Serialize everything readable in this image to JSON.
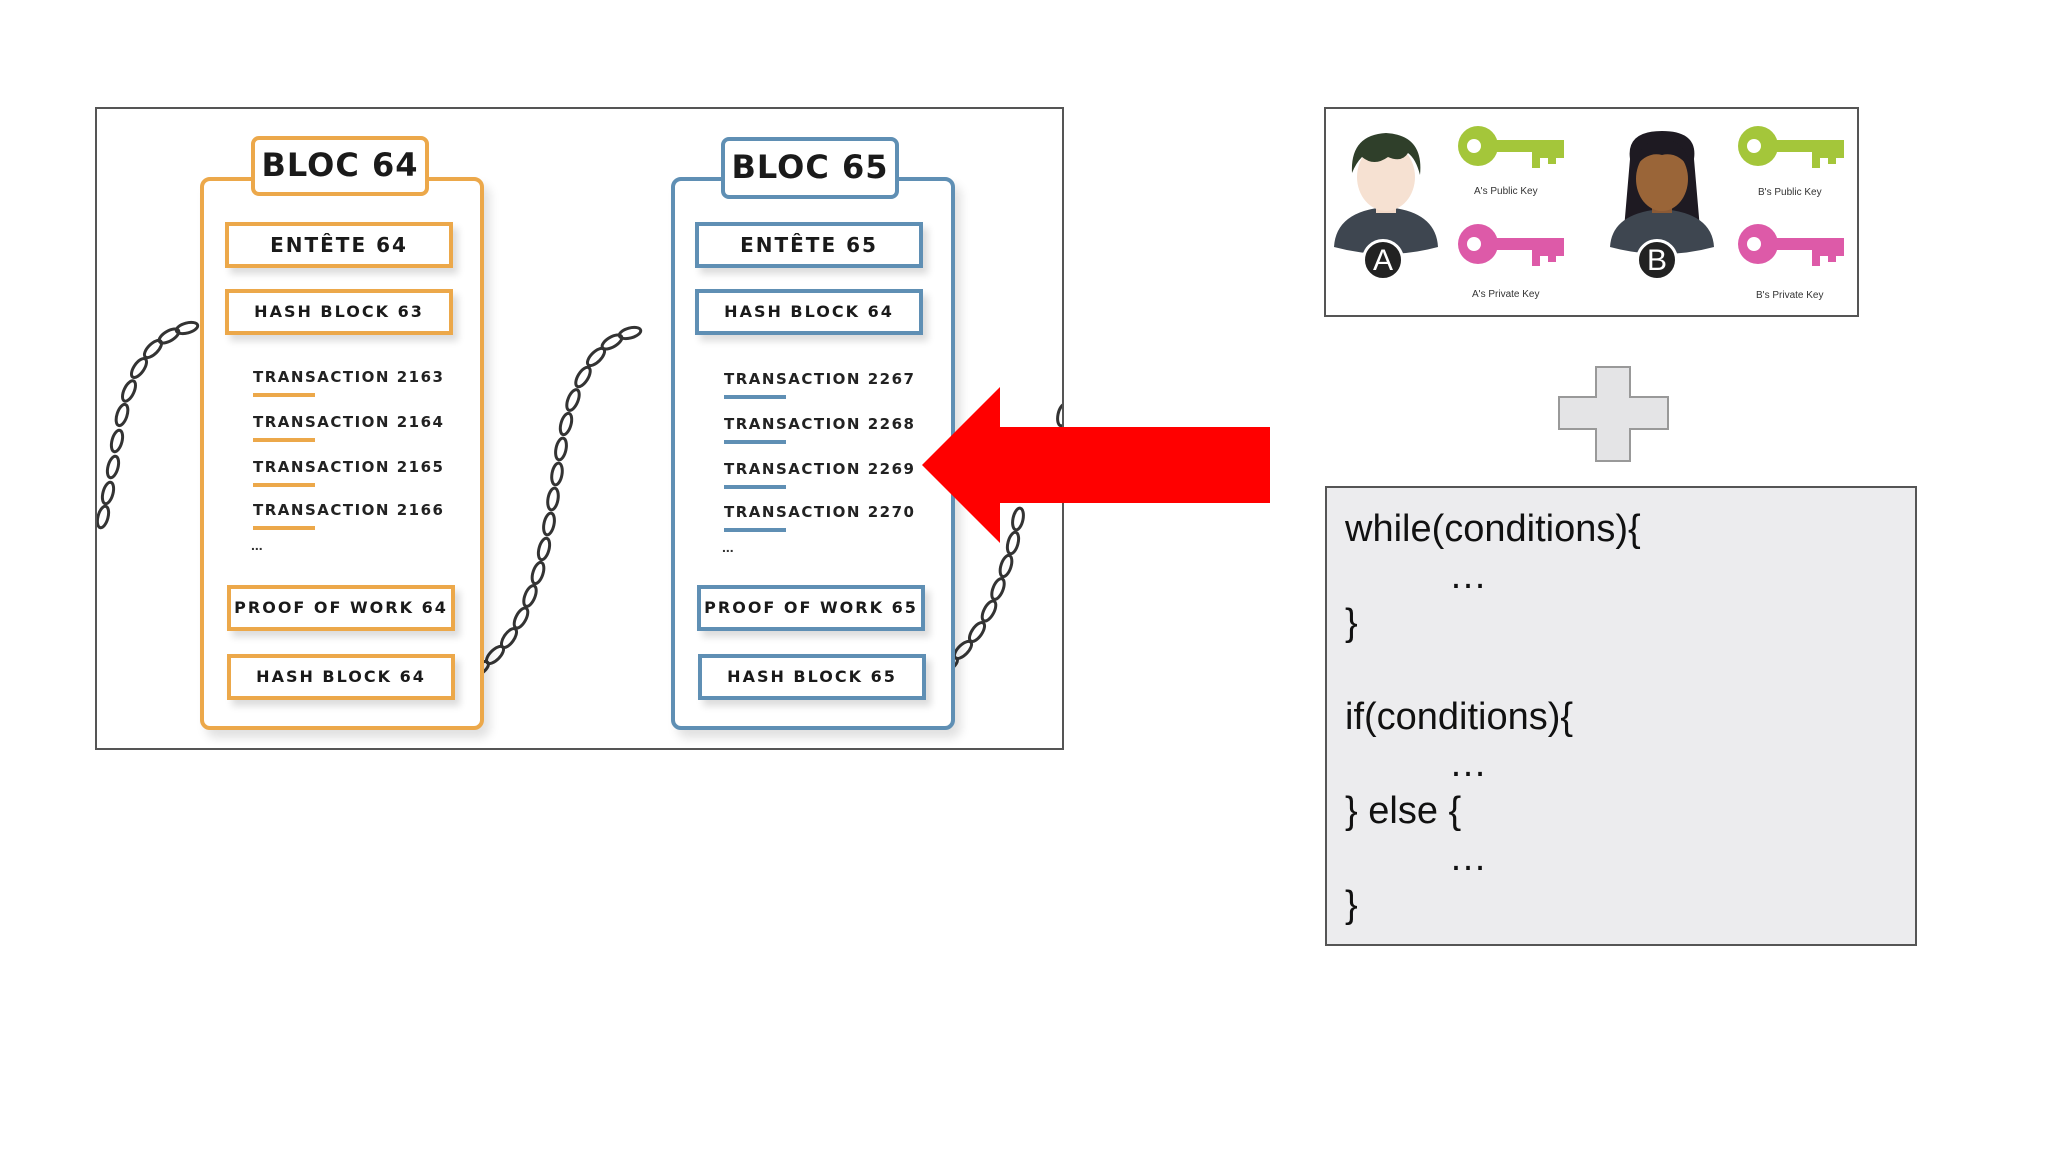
{
  "blockchain": {
    "blocks": [
      {
        "title": "BLOC 64",
        "header": "ENTÊTE 64",
        "prev_hash": "HASH BLOCK 63",
        "transactions": [
          "TRANSACTION 2163",
          "TRANSACTION 2164",
          "TRANSACTION 2165",
          "TRANSACTION 2166"
        ],
        "ellipsis": "...",
        "proof": "PROOF OF WORK 64",
        "hash": "HASH BLOCK 64",
        "color": "#eca84a"
      },
      {
        "title": "BLOC 65",
        "header": "ENTÊTE 65",
        "prev_hash": "HASH BLOCK 64",
        "transactions": [
          "TRANSACTION 2267",
          "TRANSACTION 2268",
          "TRANSACTION 2269",
          "TRANSACTION 2270"
        ],
        "ellipsis": "...",
        "proof": "PROOF OF WORK 65",
        "hash": "HASH BLOCK 65",
        "color": "#5f8fb4"
      }
    ]
  },
  "arrow": {
    "color": "#ff0000",
    "direction": "left"
  },
  "keys": {
    "users": [
      {
        "badge": "A",
        "public_key": "A's Public Key",
        "private_key": "A's Private Key"
      },
      {
        "badge": "B",
        "public_key": "B's Public Key",
        "private_key": "B's Private Key"
      }
    ],
    "public_key_color": "#a4c63a",
    "private_key_color": "#dd5aa8"
  },
  "plus_icon": {
    "color": "#e4e4e6"
  },
  "code": {
    "lines": [
      "while(conditions){",
      "…",
      "}",
      "if(conditions){",
      "…",
      "} else {",
      "…",
      "}"
    ]
  }
}
